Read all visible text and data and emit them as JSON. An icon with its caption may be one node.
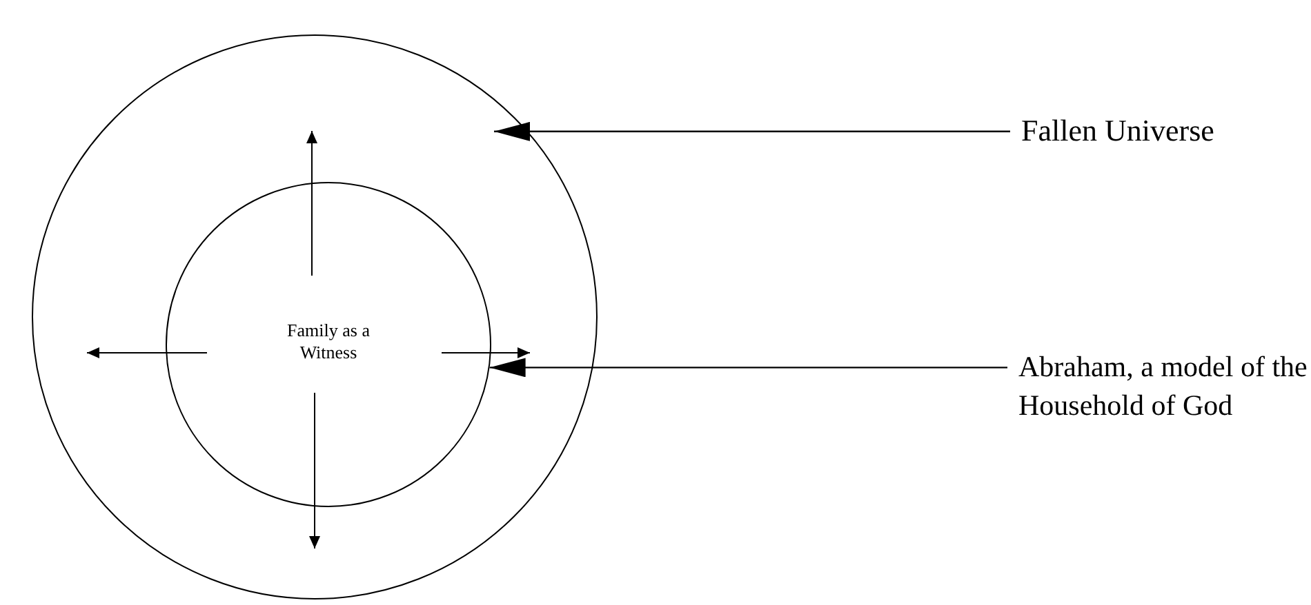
{
  "diagram": {
    "nodes": [
      {
        "text": [],
        "shape": "circle"
      },
      {
        "text": [
          "Family as a Witness"
        ],
        "in": 0
      },
      {
        "text": [
          "Fallen Universe"
        ]
      },
      {
        "text": [
          "Abraham, a model of the Household of God"
        ]
      }
    ],
    "edges": [
      {
        "from": 2,
        "to": 0,
        "arrow": "to"
      },
      {
        "from": 3,
        "to": 1,
        "arrow": "to"
      }
    ]
  }
}
